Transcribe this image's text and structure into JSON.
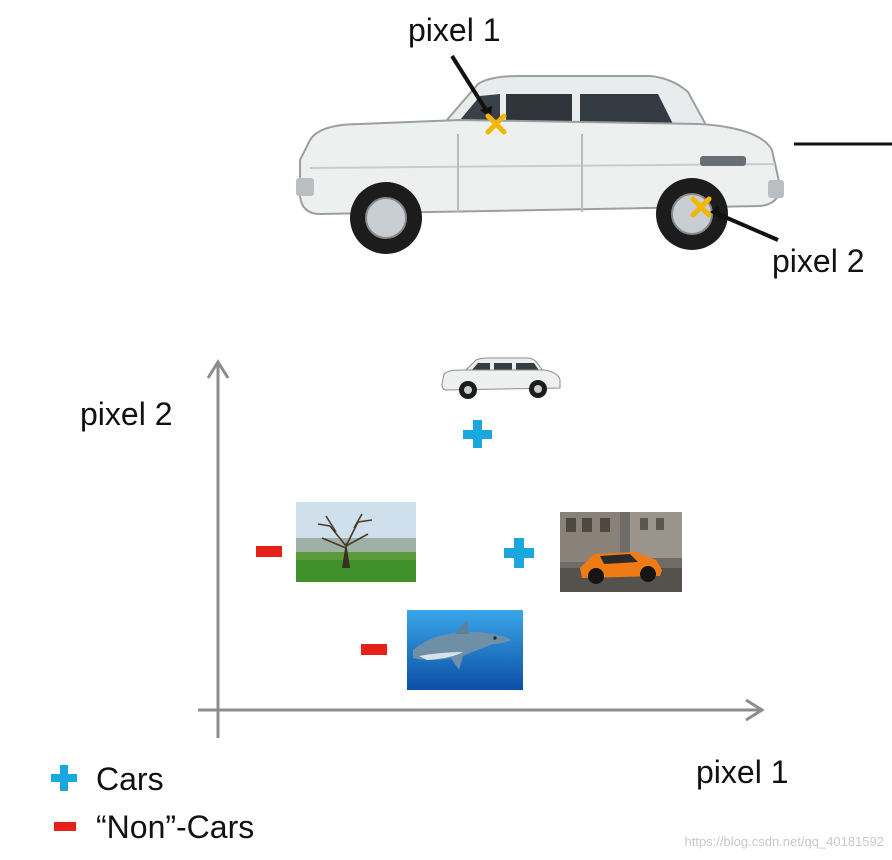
{
  "top": {
    "pixel1_label": "pixel 1",
    "pixel2_label": "pixel 2"
  },
  "plot": {
    "ylabel": "pixel 2",
    "xlabel": "pixel 1",
    "points": [
      {
        "name": "car-top",
        "class": "car",
        "sign": "+",
        "image": "white sedan"
      },
      {
        "name": "sports-car",
        "class": "car",
        "sign": "+",
        "image": "orange sports car"
      },
      {
        "name": "tree",
        "class": "non-car",
        "sign": "-",
        "image": "tree on grass"
      },
      {
        "name": "dolphin",
        "class": "non-car",
        "sign": "-",
        "image": "dolphin underwater"
      }
    ]
  },
  "legend": {
    "cars_label": "Cars",
    "noncars_label": "“Non”-Cars"
  },
  "colors": {
    "plus": "#1aa7e0",
    "minus": "#e8201a",
    "marker": "#f2b705",
    "axis": "#8c8c8c"
  },
  "watermark": "https://blog.csdn.net/qq_40181592"
}
